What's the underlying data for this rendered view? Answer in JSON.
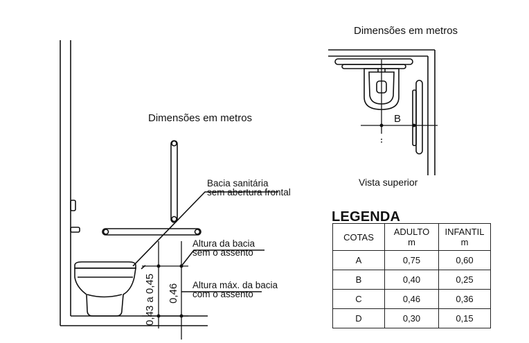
{
  "side_view": {
    "title": "Dimensões em metros",
    "label_bacia_1": "Bacia sanitária",
    "label_bacia_2": "sem abertura frontal",
    "label_altura_1": "Altura da bacia",
    "label_altura_2": "sem o assento",
    "label_maxima_1": "Altura máx. da bacia",
    "label_maxima_2": "com o assento",
    "dim_range": "0,43 a 0,45",
    "dim_max": "0,46"
  },
  "top_view": {
    "title": "Dimensões em metros",
    "marker": "B",
    "caption": "Vista superior"
  },
  "legend": {
    "title": "LEGENDA",
    "headers": [
      "COTAS",
      "ADULTO",
      "m",
      "INFANTIL",
      "m"
    ],
    "rows": [
      [
        "A",
        "0,75",
        "0,60"
      ],
      [
        "B",
        "0,40",
        "0,25"
      ],
      [
        "C",
        "0,46",
        "0,36"
      ],
      [
        "D",
        "0,30",
        "0,15"
      ]
    ]
  }
}
